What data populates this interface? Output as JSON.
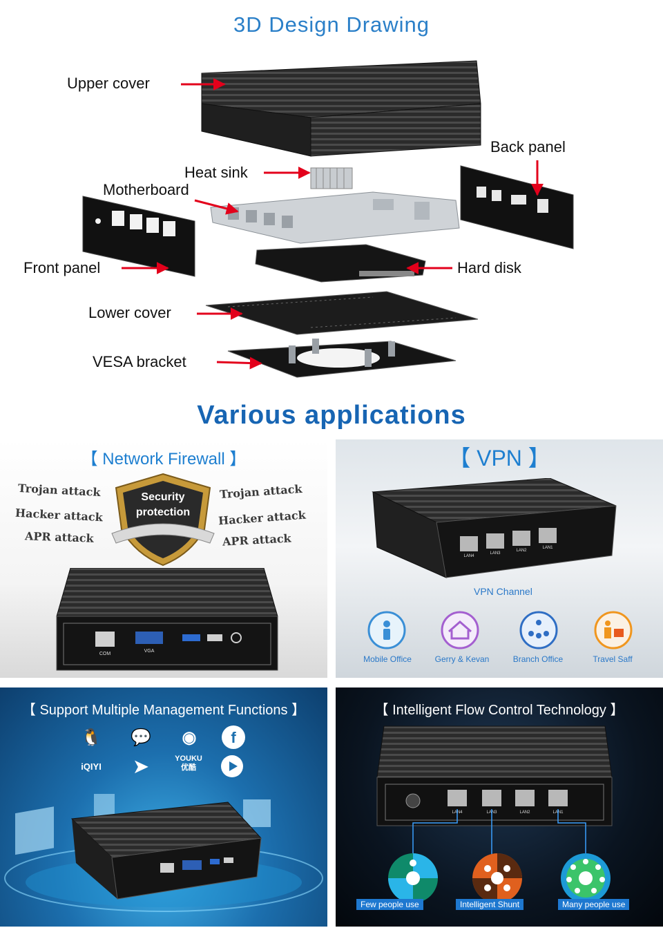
{
  "design_drawing": {
    "title": "3D Design Drawing",
    "labels": {
      "upper_cover": "Upper cover",
      "back_panel": "Back panel",
      "heat_sink": "Heat sink",
      "motherboard": "Motherboard",
      "front_panel": "Front panel",
      "hard_disk": "Hard disk",
      "lower_cover": "Lower cover",
      "vesa_bracket": "VESA bracket"
    }
  },
  "applications": {
    "title": "Various applications",
    "firewall": {
      "title": "【 Network Firewall 】",
      "attacks_left": [
        "Trojan attack",
        "Hacker attack",
        "APR attack"
      ],
      "attacks_right": [
        "Trojan attack",
        "Hacker attack",
        "APR attack"
      ],
      "shield_line1": "Security",
      "shield_line2": "protection",
      "ports": [
        "COM",
        "VGA"
      ]
    },
    "vpn": {
      "title": "【 VPN 】",
      "channel": "VPN Channel",
      "ports": [
        "LAN4",
        "LAN3",
        "LAN2",
        "LAN1"
      ],
      "items": [
        "Mobile Office",
        "Gerry & Kevan",
        "Branch Office",
        "Travel Saff"
      ]
    },
    "management": {
      "title": "【 Support Multiple Management Functions 】",
      "apps": [
        "iQIYI",
        "YOUKU",
        "优酷"
      ]
    },
    "flow_control": {
      "title": "【 Intelligent Flow Control Technology 】",
      "ports": [
        "LAN4",
        "LAN3",
        "LAN2",
        "LAN1"
      ],
      "labels": [
        "Few people use",
        "Intelligent Shunt",
        "Many people use"
      ]
    }
  },
  "colors": {
    "title_blue": "#2a7fc8",
    "apps_blue": "#1765b3",
    "arrow_red": "#e3001b",
    "device_black": "#1a1a1a"
  }
}
